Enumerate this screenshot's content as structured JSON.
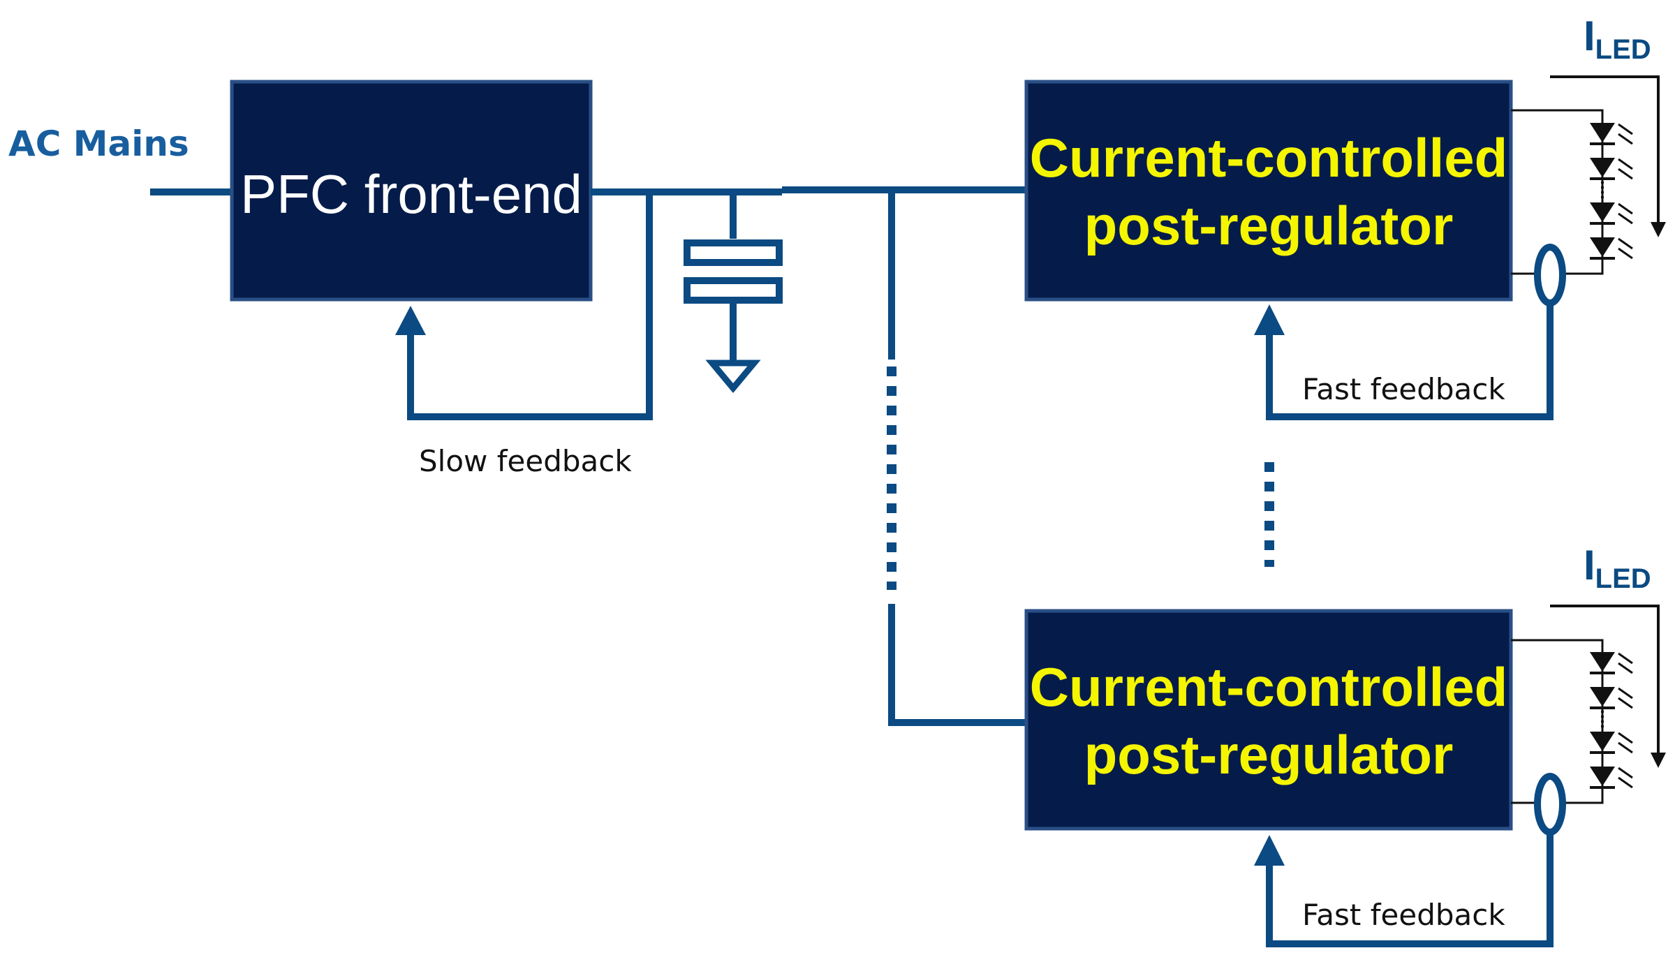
{
  "input": {
    "label": "AC Mains"
  },
  "pfc_block": {
    "label": "PFC front-end"
  },
  "slow_feedback": {
    "label": "Slow feedback"
  },
  "regulators": [
    {
      "line1": "Current-controlled",
      "line2": "post-regulator",
      "feedback_label": "Fast feedback",
      "current_symbol": "I",
      "current_subscript": "LED"
    },
    {
      "line1": "Current-controlled",
      "line2": "post-regulator",
      "feedback_label": "Fast feedback",
      "current_symbol": "I",
      "current_subscript": "LED"
    }
  ],
  "colors": {
    "wire": "#0b4a82",
    "block_fill": "#051c4a",
    "regulator_text": "#f5f500",
    "pfc_text": "#ffffff"
  }
}
